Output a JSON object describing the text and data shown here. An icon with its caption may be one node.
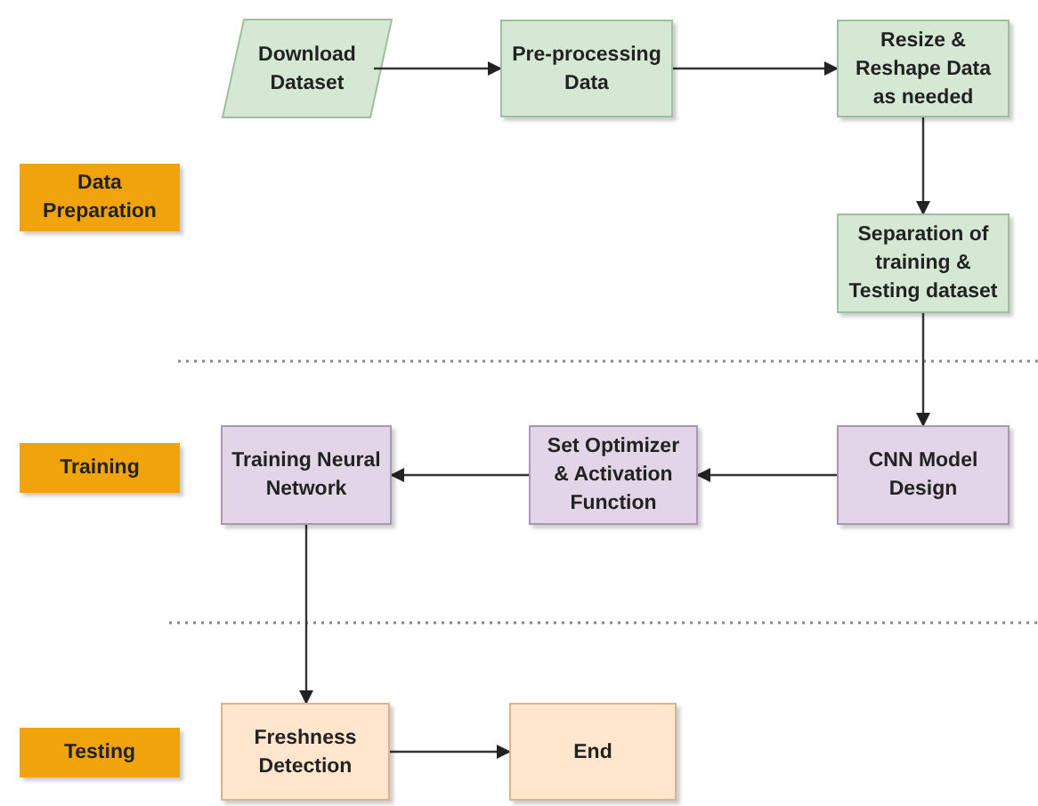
{
  "diagram": {
    "nodes": [
      {
        "text": [
          "Download Dataset"
        ]
      },
      {
        "text": [
          "Pre-processing Data"
        ]
      },
      {
        "text": [
          "Resize & Reshape Data as needed"
        ]
      },
      {
        "text": [
          "Data Preparation"
        ]
      },
      {
        "text": [
          "Separation of training & Testing dataset"
        ]
      },
      {
        "text": [
          "Training"
        ]
      },
      {
        "text": [
          "Training Neural Network"
        ]
      },
      {
        "text": [
          "Set Optimizer & Activation Function"
        ]
      },
      {
        "text": [
          "CNN Model Design"
        ]
      },
      {
        "text": [
          "Testing"
        ]
      },
      {
        "text": [
          "Freshness Detection"
        ]
      },
      {
        "text": [
          "End"
        ]
      }
    ],
    "edges": [
      {
        "from": 0,
        "to": 1,
        "arrow": "to"
      },
      {
        "from": 1,
        "to": 2,
        "arrow": "to"
      },
      {
        "from": 2,
        "to": 4,
        "arrow": "to"
      },
      {
        "from": 4,
        "to": 8,
        "arrow": "to"
      },
      {
        "from": 8,
        "to": 7,
        "arrow": "to"
      },
      {
        "from": 7,
        "to": 6,
        "arrow": "to"
      },
      {
        "from": 6,
        "to": 10,
        "arrow": "to"
      },
      {
        "from": 10,
        "to": 11,
        "arrow": "to"
      }
    ]
  }
}
